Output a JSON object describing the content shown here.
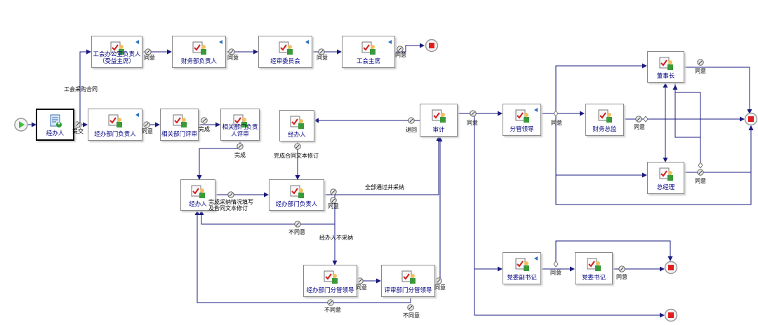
{
  "colors": {
    "line": "#1a1a80",
    "node_border": "#8a8a8a",
    "label": "#000080",
    "start": "#3cbf3c",
    "end": "#e02020"
  },
  "start_event": {
    "icon": "play-icon"
  },
  "end_event": {
    "icon": "stop-icon"
  },
  "nodes": {
    "jbr": "经办人",
    "ghbgs": "工会办公室负责人（受益主席）",
    "cwb": "财务部负责人",
    "jsh": "经审委员会",
    "ghzx": "工会主席",
    "jbbm": "经办部门负责人",
    "xgps": "相关部门评审",
    "xgfz": "相关部门负责人评审",
    "jbr2": "经办人",
    "jbr3": "经办人",
    "jbbm2": "经办部门负责人",
    "sj": "审计",
    "fgld": "分管领导",
    "cwzj": "财务总监",
    "dsz": "董事长",
    "zjl": "总经理",
    "jbfg": "经办部门分管领导",
    "psfg": "评审部门分管领导",
    "dwfsj": "党委副书记",
    "dwsj": "党委书记"
  },
  "conn": {
    "ghcg": "工会采购合同",
    "tj": "提交",
    "ty": "同意",
    "wc": "完成",
    "wchtxd": "完成合同文本修订",
    "th": "退回",
    "qbtg": "全部通过并采纳",
    "wccn": "完成采纳情况填写及合同文本修订",
    "bty": "不同意",
    "jbrbcn": "经办人不采纳"
  }
}
